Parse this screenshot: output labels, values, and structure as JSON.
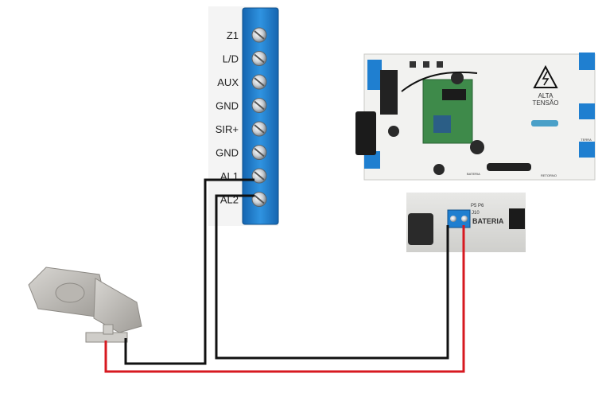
{
  "terminal_block": {
    "labels": [
      "Z1",
      "L/D",
      "AUX",
      "GND",
      "SIR+",
      "GND",
      "AL1",
      "AL2"
    ]
  },
  "board": {
    "warning_line1": "ALTA",
    "warning_line2": "TENSÃO",
    "terra_label": "TERRA",
    "bateria_label": "BATERIA",
    "retorno_label": "RETORNO"
  },
  "battery_inset": {
    "bateria_label": "BATERIA",
    "j10_label": "J10",
    "p5_label": "P5  P6"
  },
  "colors": {
    "terminal_blue": "#1f7fd0",
    "wire_black": "#111111",
    "wire_red": "#d71920",
    "pcb_white": "#f2f2f0",
    "pcb_green": "#3e8a4a"
  },
  "icons": [
    "siren-horn-icon",
    "warning-lightning-icon"
  ]
}
